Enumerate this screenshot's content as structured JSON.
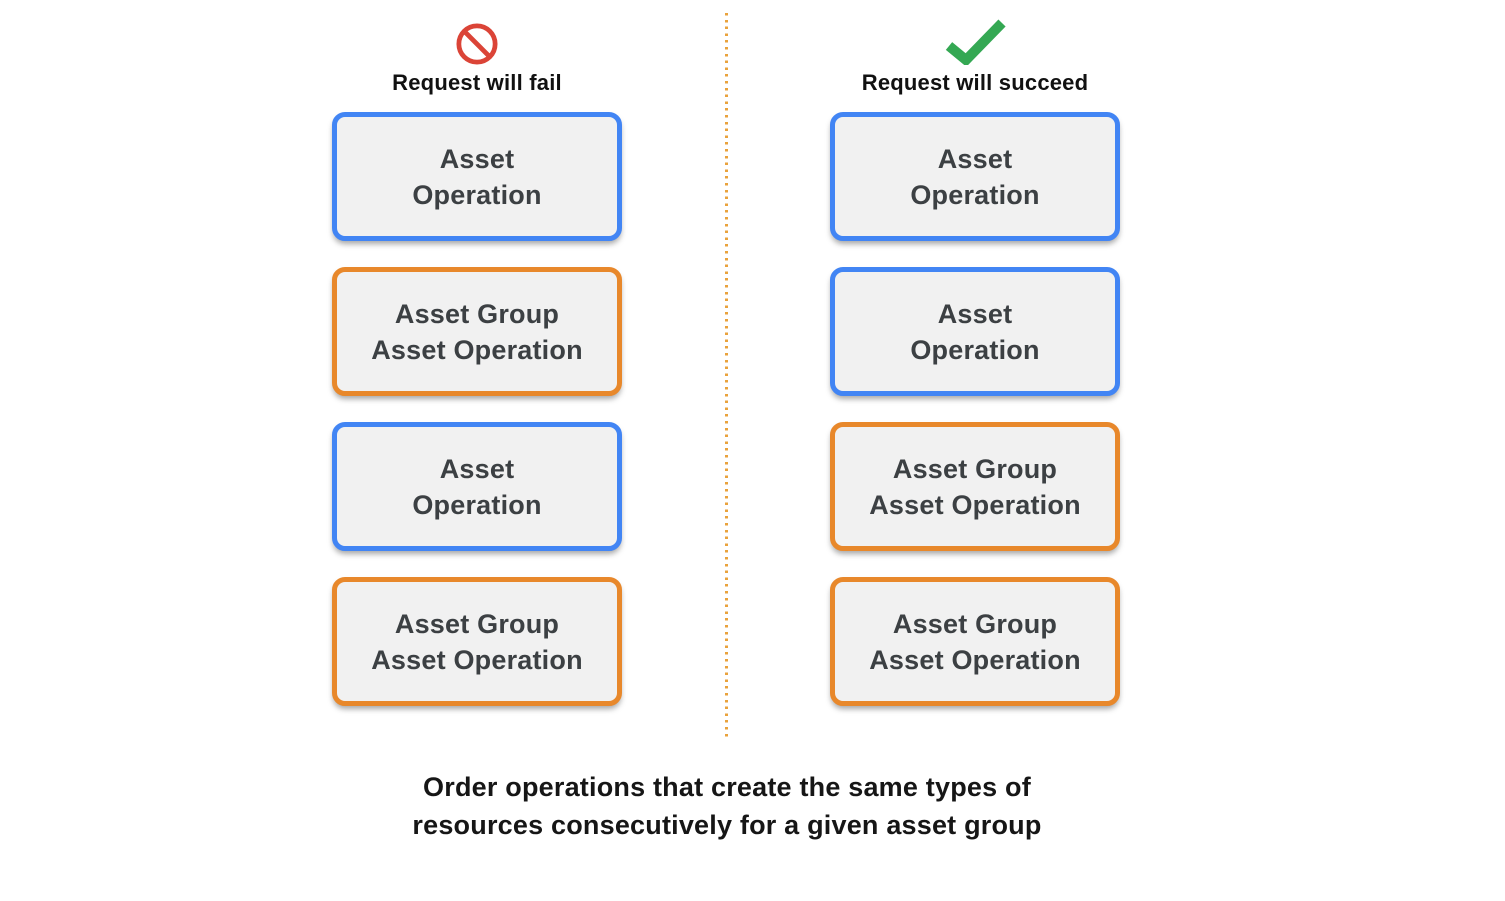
{
  "diagram": {
    "fail_column": {
      "title": "Request will fail",
      "icon": "prohibition-icon",
      "boxes": [
        {
          "type": "asset_operation",
          "line1": "Asset",
          "line2": "Operation"
        },
        {
          "type": "asset_group_asset_operation",
          "line1": "Asset Group",
          "line2": "Asset Operation"
        },
        {
          "type": "asset_operation",
          "line1": "Asset",
          "line2": "Operation"
        },
        {
          "type": "asset_group_asset_operation",
          "line1": "Asset Group",
          "line2": "Asset Operation"
        }
      ]
    },
    "succeed_column": {
      "title": "Request will succeed",
      "icon": "checkmark-icon",
      "boxes": [
        {
          "type": "asset_operation",
          "line1": "Asset",
          "line2": "Operation"
        },
        {
          "type": "asset_operation",
          "line1": "Asset",
          "line2": "Operation"
        },
        {
          "type": "asset_group_asset_operation",
          "line1": "Asset Group",
          "line2": "Asset Operation"
        },
        {
          "type": "asset_group_asset_operation",
          "line1": "Asset Group",
          "line2": "Asset Operation"
        }
      ]
    },
    "caption": {
      "line1": "Order operations that create the same types of",
      "line2": "resources consecutively for a given asset group"
    },
    "colors": {
      "asset_operation_border": "#4285F4",
      "asset_group_asset_operation_border": "#E8882B",
      "fail_icon": "#DB4437",
      "succeed_icon": "#34A853",
      "divider_dots": "#E9A23C",
      "box_fill": "#F1F1F1",
      "box_text": "#3C4043",
      "heading_text": "#111111"
    }
  }
}
